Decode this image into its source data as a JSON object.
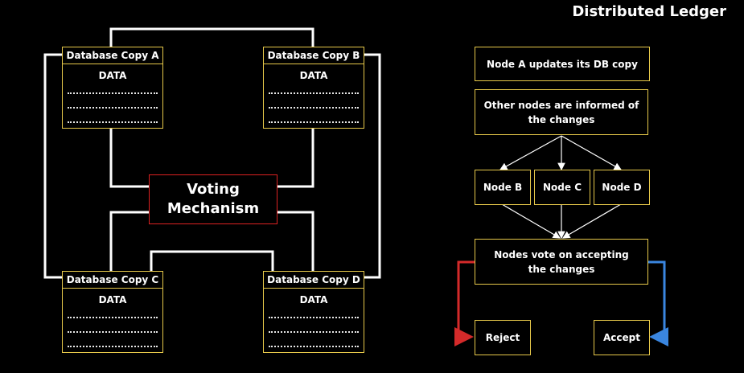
{
  "title": "Distributed Ledger",
  "databases": [
    {
      "name": "Database Copy A",
      "data_label": "DATA"
    },
    {
      "name": "Database Copy B",
      "data_label": "DATA"
    },
    {
      "name": "Database Copy C",
      "data_label": "DATA"
    },
    {
      "name": "Database Copy D",
      "data_label": "DATA"
    }
  ],
  "voting_label": "Voting Mechanism",
  "flow": {
    "step1": "Node A updates its DB copy",
    "step2": "Other nodes are informed of the changes",
    "nodes": [
      "Node B",
      "Node C",
      "Node D"
    ],
    "vote": "Nodes vote on accepting the changes",
    "reject": "Reject",
    "accept": "Accept"
  },
  "colors": {
    "box_border": "#e6c84a",
    "voting_border": "#dd2222",
    "reject_arrow": "#d42a2a",
    "accept_arrow": "#3a86e0"
  }
}
